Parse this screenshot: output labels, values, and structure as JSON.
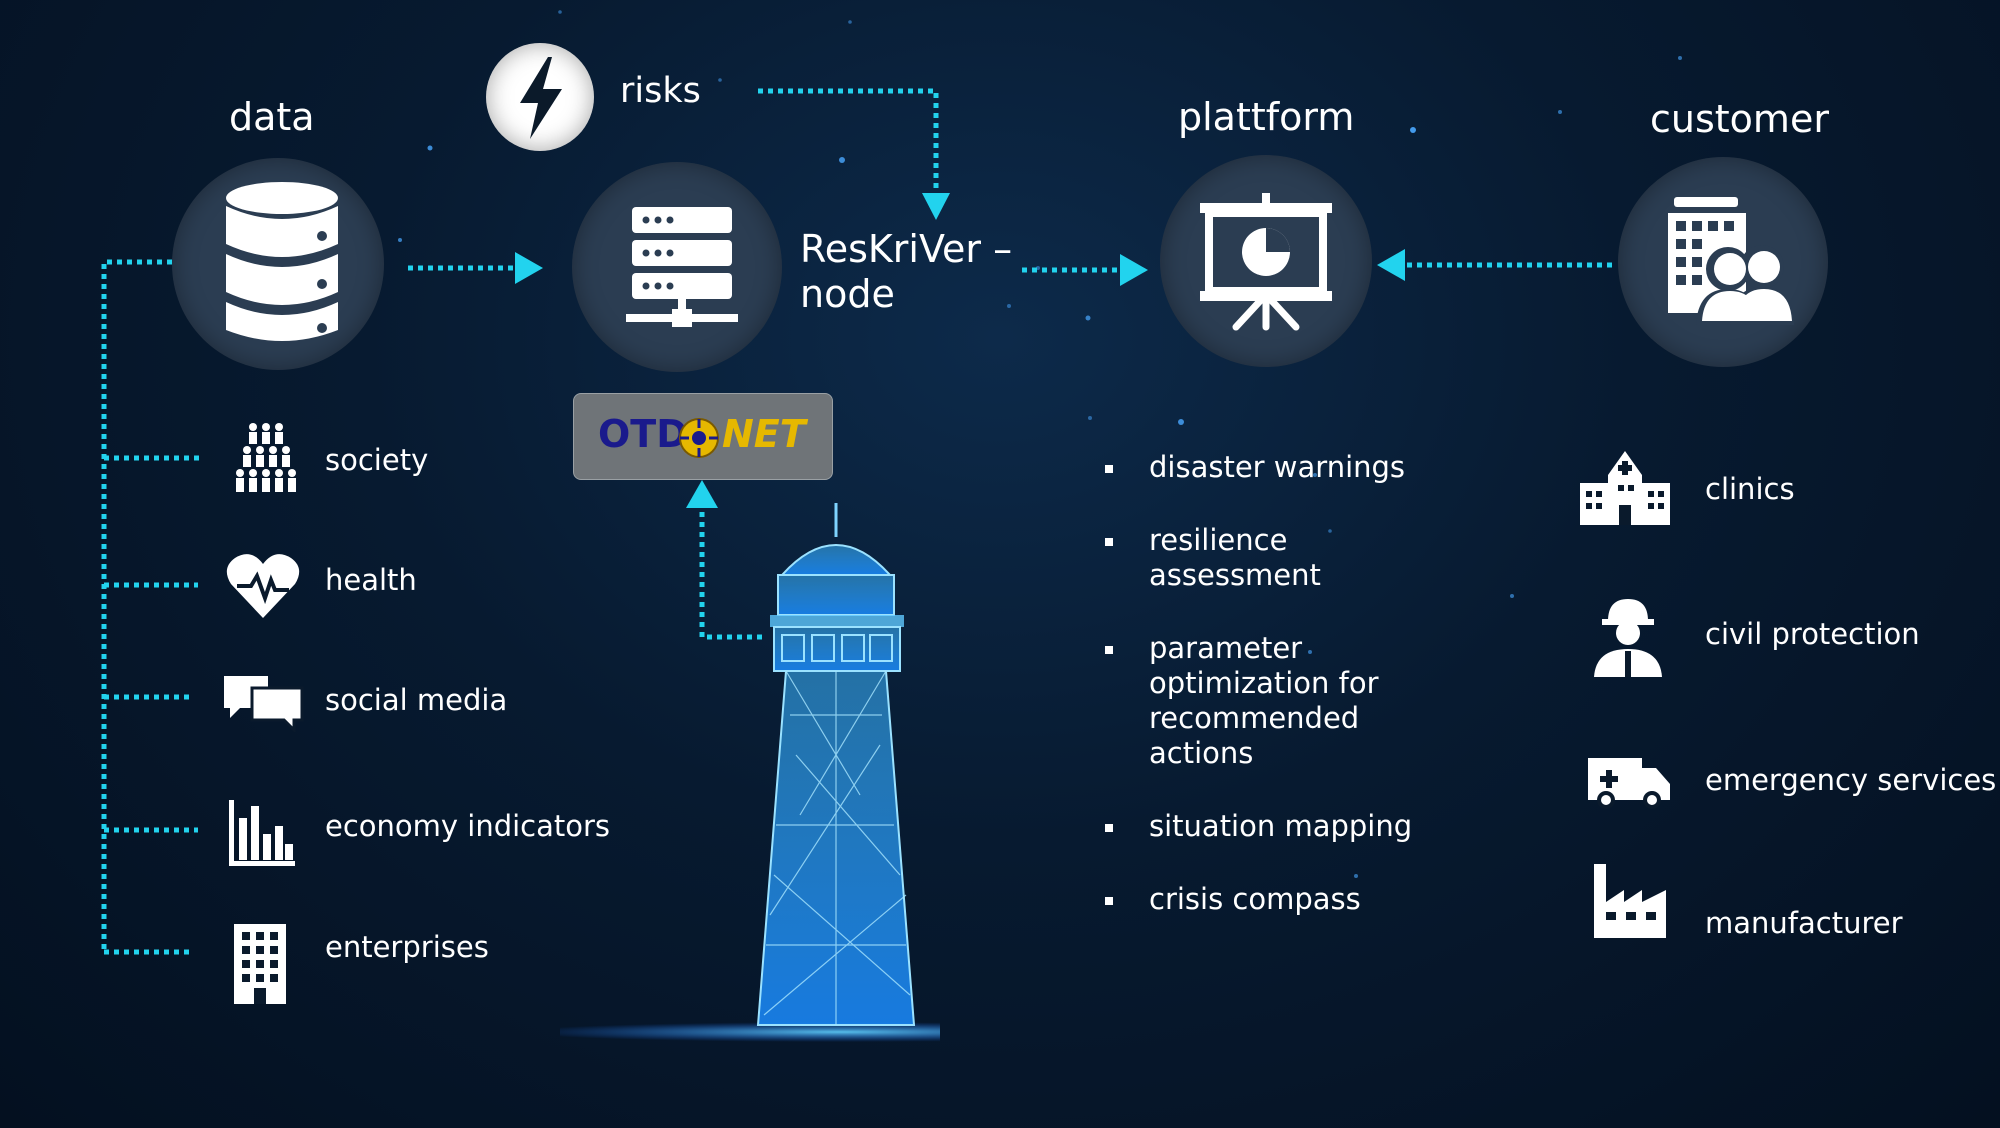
{
  "headers": {
    "data": "data",
    "risks": "risks",
    "node": "ResKriVer –",
    "node_line2": "node",
    "platform": "plattform",
    "customer": "customer"
  },
  "data_sources": [
    {
      "label": "society",
      "icon": "society-icon"
    },
    {
      "label": "health",
      "icon": "heart-pulse-icon"
    },
    {
      "label": "social media",
      "icon": "chat-bubbles-icon"
    },
    {
      "label": "economy indicators",
      "icon": "bar-chart-icon"
    },
    {
      "label": "enterprises",
      "icon": "office-building-icon"
    }
  ],
  "platform_features": [
    "disaster warnings",
    "resilience assessment",
    "parameter optimization for recommended actions",
    "situation mapping",
    "crisis compass"
  ],
  "customers": [
    {
      "label": "clinics",
      "icon": "hospital-icon"
    },
    {
      "label": "civil protection",
      "icon": "firefighter-icon"
    },
    {
      "label": "emergency services",
      "icon": "ambulance-icon"
    },
    {
      "label": "manufacturer",
      "icon": "factory-icon"
    }
  ],
  "logo": {
    "text_left": "OTD",
    "text_right": "NET"
  },
  "colors": {
    "connector": "#22d3ee",
    "circle": "#2b3d52",
    "background": "#071a30",
    "logo_dark": "#1a1a8c",
    "logo_gold": "#e6b800"
  }
}
